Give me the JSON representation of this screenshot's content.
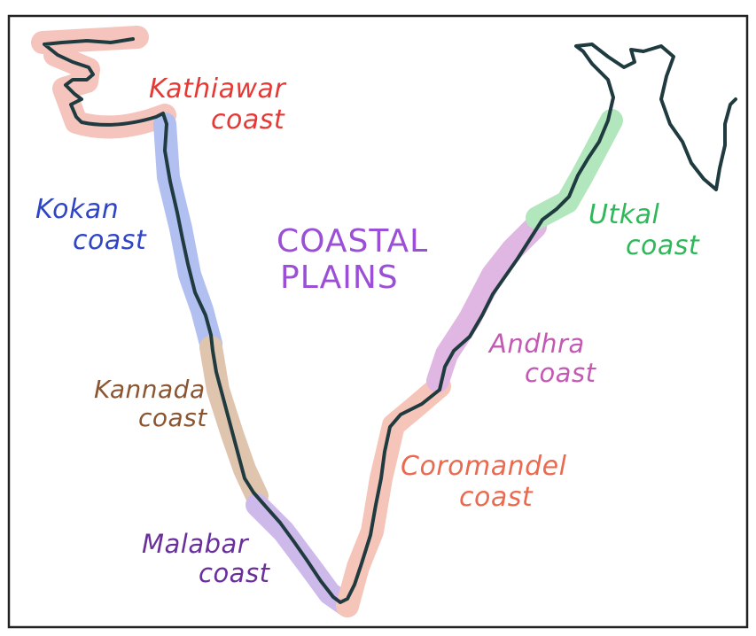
{
  "colors": {
    "outline": "#1f3b3f",
    "kathiawar": "#e53935",
    "kathiawar_highlight": "#f3b6ac",
    "kokan": "#2f45c7",
    "kokan_highlight": "#9fb0ee",
    "kannada": "#8a5530",
    "kannada_highlight": "#d9b79b",
    "malabar": "#6a2f9a",
    "malabar_highlight": "#c3aae6",
    "coastal_plains": "#9a4fd6",
    "utkal": "#2fb85a",
    "utkal_highlight": "#9fe0ad",
    "andhra": "#c25ab3",
    "andhra_highlight": "#d9a6dc",
    "coromandel": "#ea6a4f",
    "coromandel_highlight": "#f4b7a8"
  },
  "labels": {
    "kathiawar": {
      "line1": "Kathiawar",
      "line2": "coast"
    },
    "kokan": {
      "line1": "Kokan",
      "line2": "coast"
    },
    "kannada": {
      "line1": "Kannada",
      "line2": "coast"
    },
    "malabar": {
      "line1": "Malabar",
      "line2": "coast"
    },
    "coastal_plains": {
      "line1": "COASTAL",
      "line2": "PLAINS"
    },
    "utkal": {
      "line1": "Utkal",
      "line2": "coast"
    },
    "andhra": {
      "line1": "Andhra",
      "line2": "coast"
    },
    "coromandel": {
      "line1": "Coromandel",
      "line2": "coast"
    }
  }
}
